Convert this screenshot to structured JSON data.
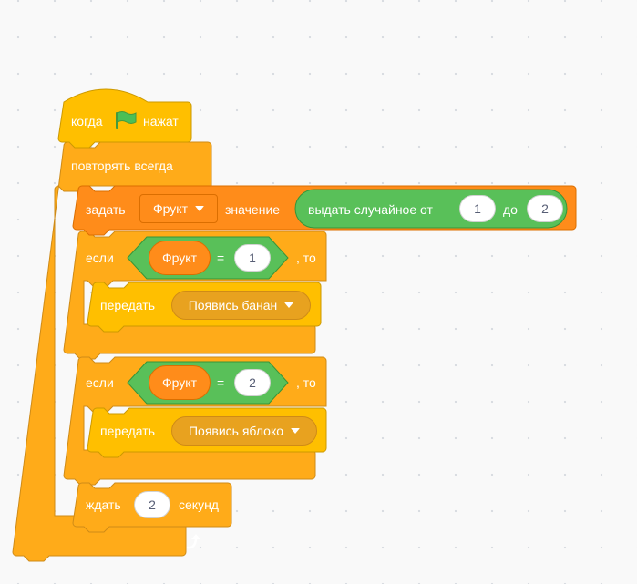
{
  "hat": {
    "when_label": "когда",
    "flag_icon": "green-flag-icon",
    "clicked_label": "нажат"
  },
  "forever": {
    "label": "повторять всегда",
    "loop_icon": "loop-arrow-icon"
  },
  "set_var": {
    "set_label": "задать",
    "variable": "Фрукт",
    "value_label": "значение",
    "random": {
      "label": "выдать случайное от",
      "from": "1",
      "to_label": "до",
      "to": "2"
    }
  },
  "if1": {
    "if_label": "если",
    "variable": "Фрукт",
    "operator": "=",
    "value": "1",
    "then_label": ", то",
    "broadcast": {
      "label": "передать",
      "message": "Появись банан"
    }
  },
  "if2": {
    "if_label": "если",
    "variable": "Фрукт",
    "operator": "=",
    "value": "2",
    "then_label": ", то",
    "broadcast": {
      "label": "передать",
      "message": "Появись яблоко"
    }
  },
  "wait": {
    "label": "ждать",
    "value": "2",
    "unit_label": "секунд"
  },
  "colors": {
    "control": "#ffab19",
    "events": "#ffbf00",
    "variables": "#ff8c1a",
    "operators": "#59c059",
    "background": "#f9f9f9"
  }
}
